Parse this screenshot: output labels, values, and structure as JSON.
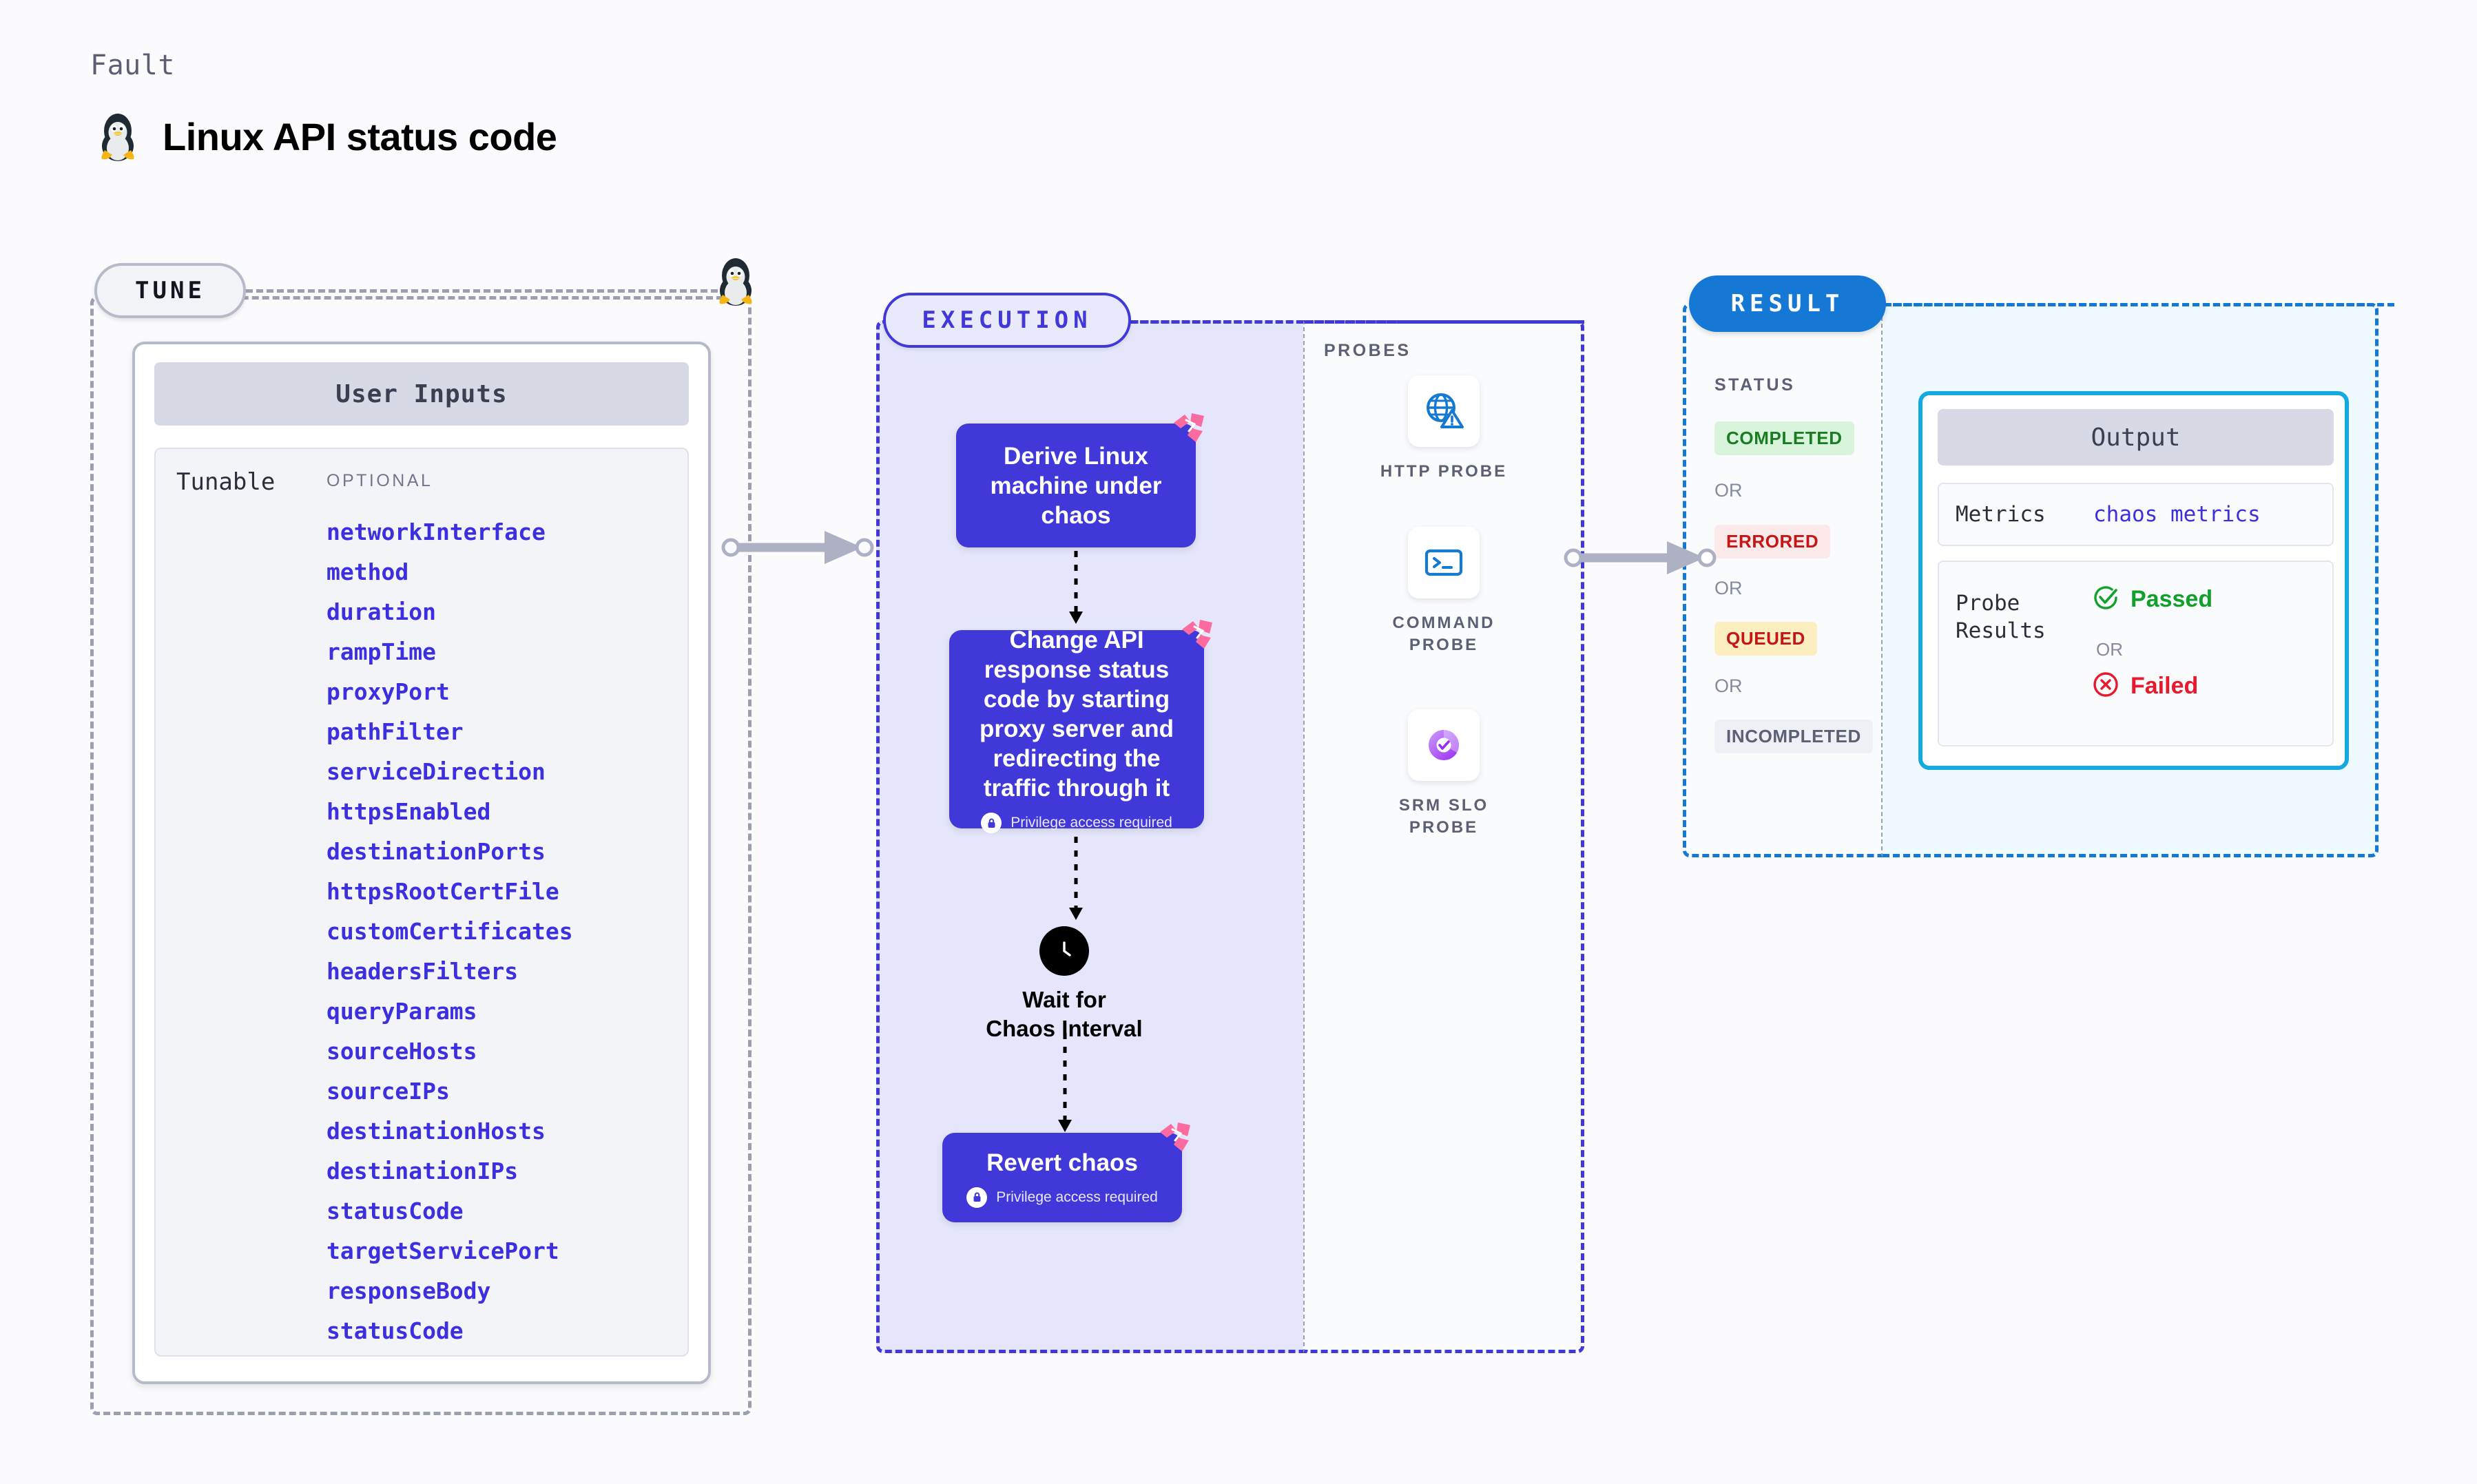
{
  "header": {
    "eyebrow": "Fault",
    "title": "Linux API status code",
    "os_icon": "linux-penguin-icon"
  },
  "tune": {
    "badge": "TUNE",
    "card_header": "User Inputs",
    "group_label": "Tunable",
    "optional_label": "OPTIONAL",
    "tunables": [
      "networkInterface",
      "method",
      "duration",
      "rampTime",
      "proxyPort",
      "pathFilter",
      "serviceDirection",
      "httpsEnabled",
      "destinationPorts",
      "httpsRootCertFile",
      "customCertificates",
      "headersFilters",
      "queryParams",
      "sourceHosts",
      "sourceIPs",
      "destinationHosts",
      "destinationIPs",
      "statusCode",
      "targetServicePort",
      "responseBody",
      "statusCode"
    ]
  },
  "execution": {
    "badge": "EXECUTION",
    "nodes": [
      {
        "text": "Derive Linux machine under chaos",
        "privilege": null,
        "chaos_mark": true
      },
      {
        "text": "Change API response status code by starting proxy server and redirecting the traffic through it",
        "privilege": "Privilege access required",
        "chaos_mark": true
      },
      {
        "text": "Revert chaos",
        "privilege": "Privilege access required",
        "chaos_mark": true
      }
    ],
    "wait_node": {
      "icon": "clock-icon",
      "label": "Wait for Chaos Interval"
    }
  },
  "probes": {
    "title": "PROBES",
    "items": [
      {
        "label": "HTTP PROBE",
        "icon": "globe-warning-icon"
      },
      {
        "label": "COMMAND PROBE",
        "icon": "terminal-icon"
      },
      {
        "label": "SRM SLO PROBE",
        "icon": "srm-slo-icon"
      }
    ]
  },
  "result": {
    "badge": "RESULT",
    "status_title": "STATUS",
    "or_label": "OR",
    "statuses": [
      {
        "label": "COMPLETED",
        "bg": "#d8f5dc",
        "fg": "#1a7d23"
      },
      {
        "label": "ERRORED",
        "bg": "#fce9e9",
        "fg": "#c61515"
      },
      {
        "label": "QUEUED",
        "bg": "#fdeec2",
        "fg": "#c61515"
      },
      {
        "label": "INCOMPLETED",
        "bg": "#eff0f5",
        "fg": "#5c6075"
      }
    ],
    "output": {
      "header": "Output",
      "metrics_key": "Metrics",
      "metrics_value": "chaos metrics",
      "probe_results_key": "Probe Results",
      "passed_label": "Passed",
      "failed_label": "Failed",
      "or_label": "OR"
    }
  },
  "colors": {
    "brand_purple": "#4038d8",
    "result_blue": "#1478d4",
    "output_cyan": "#14aae0",
    "chaos_pink": "#fb6ba0",
    "tunable_link": "#3b2fe0"
  }
}
